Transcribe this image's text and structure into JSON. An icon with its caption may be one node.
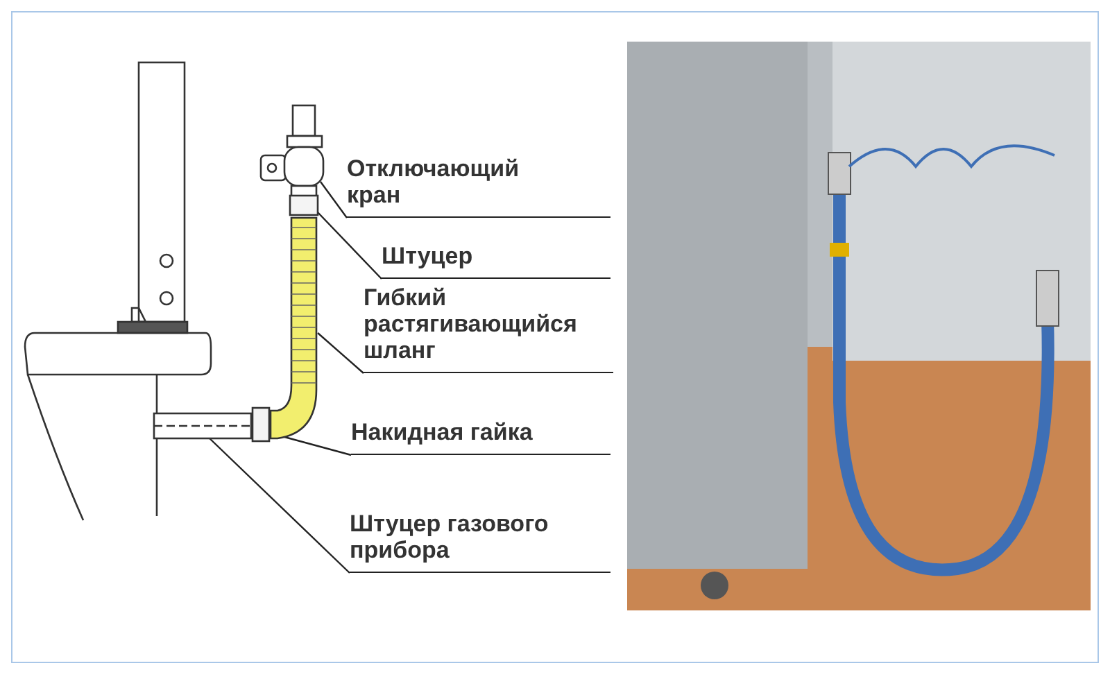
{
  "diagram": {
    "nodes": [
      {
        "text": [
          "Отключающий кран"
        ]
      },
      {
        "text": [
          "Штуцер"
        ]
      },
      {
        "text": [
          "Гибкий растягивающийся шланг"
        ]
      },
      {
        "text": [
          "Накидная гайка"
        ]
      },
      {
        "text": [
          "Штуцер газового прибора"
        ]
      },
      {
        "text": [],
        "shape": "picture"
      },
      {
        "text": [],
        "shape": "box"
      },
      {
        "text": [],
        "shape": "picture"
      },
      {
        "text": [],
        "shape": "box"
      },
      {
        "text": [],
        "shape": "picture"
      }
    ],
    "edges": [
      {
        "from": 0,
        "to": 5,
        "arrow": "none"
      },
      {
        "from": 1,
        "to": 6,
        "arrow": "none"
      },
      {
        "from": 2,
        "to": 7,
        "arrow": "none"
      },
      {
        "from": 3,
        "to": 8,
        "arrow": "none"
      },
      {
        "from": 4,
        "to": 9,
        "arrow": "none"
      }
    ]
  }
}
